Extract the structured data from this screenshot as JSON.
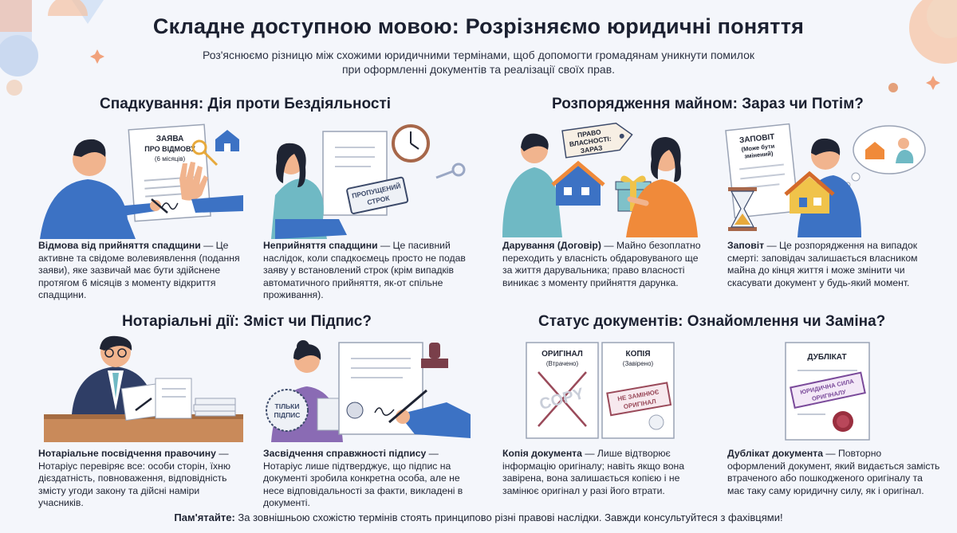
{
  "title": "Складне доступною мовою: Розрізняємо юридичні поняття",
  "subtitle": "Роз'яснюємо різницю між схожими юридичними термінами, щоб допомогти громадянам уникнути помилок при оформленні документів та реалізації своїх прав.",
  "sections": [
    {
      "title": "Спадкування: Дія проти Бездіяльності",
      "cards": [
        {
          "illustration_label": "ЗАЯВА ПРО ВІДМОВУ (6 місяців)",
          "term": "Відмова від прийняття спадщини",
          "text": " — Це активне та свідоме волевиявлення (подання заяви), яке зазвичай має бути здійснене протягом 6 місяців з моменту відкриття спадщини."
        },
        {
          "illustration_label": "ПРОПУЩЕНИЙ СТРОК",
          "term": "Неприйняття спадщини",
          "text": " — Це пасивний наслідок, коли спадкоємець просто не подав заяву у встановлений строк (крім випадків автоматичного прийняття, як-от спільне проживання)."
        }
      ]
    },
    {
      "title": "Розпорядження майном: Зараз чи Потім?",
      "cards": [
        {
          "illustration_label": "ПРАВО ВЛАСНОСТІ: ЗАРАЗ",
          "term": "Дарування (Договір)",
          "text": " — Майно безоплатно переходить у власність обдаровуваного ще за життя дарувальника; право власності виникає з моменту прийняття дарунка."
        },
        {
          "illustration_label": "ЗАПОВІТ (Може бути змінений)",
          "term": "Заповіт",
          "text": " — Це розпорядження на випадок смерті: заповідач залишається власником майна до кінця життя і може змінити чи скасувати документ у будь-який момент."
        }
      ]
    },
    {
      "title": "Нотаріальні дії: Зміст чи Підпис?",
      "cards": [
        {
          "illustration_label": "",
          "term": "Нотаріальне посвідчення правочину",
          "text": " — Нотаріус перевіряє все: особи сторін, їхню дієздатність, повноваження, відповідність змісту угоди закону та дійсні наміри учасників."
        },
        {
          "illustration_label": "ТІЛЬКИ ПІДПИС",
          "term": "Засвідчення справжності підпису",
          "text": " — Нотаріус лише підтверджує, що підпис на документі зробила конкретна особа, але не несе відповідальності за факти, викладені в документі."
        }
      ]
    },
    {
      "title": "Статус документів: Ознайомлення чи Заміна?",
      "cards": [
        {
          "illustration_label_1": "ОРИГІНАЛ (Втрачено)",
          "illustration_label_2": "КОПІЯ (Завірено)",
          "illustration_stamp": "НЕ ЗАМІНЮЄ ОРИГІНАЛ",
          "illustration_copy": "COPY",
          "term": "Копія документа",
          "text": " — Лише відтворює інформацію оригіналу; навіть якщо вона завірена, вона залишається копією і не замінює оригінал у разі його втрати."
        },
        {
          "illustration_label": "ДУБЛІКАТ",
          "illustration_stamp": "ЮРИДИЧНА СИЛА ОРИГІНАЛУ",
          "term": "Дублікат документа",
          "text": " — Повторно оформлений документ, який видається замість втраченого або пошкодженого оригіналу та має таку саму юридичну силу, як і оригінал."
        }
      ]
    }
  ],
  "footer": {
    "label": "Пам'ятайте:",
    "text": " За зовнішньою схожістю термінів стоять принципово різні правові наслідки. Завжди консультуйтеся з фахівцями!"
  },
  "colors": {
    "background": "#f4f6fb",
    "skin": "#f1b48e",
    "blue_shirt": "#3c72c4",
    "teal": "#6fb9c4",
    "orange": "#f08a3a",
    "dark_hair": "#1f2433",
    "stamp_red": "#9a4a5a"
  }
}
